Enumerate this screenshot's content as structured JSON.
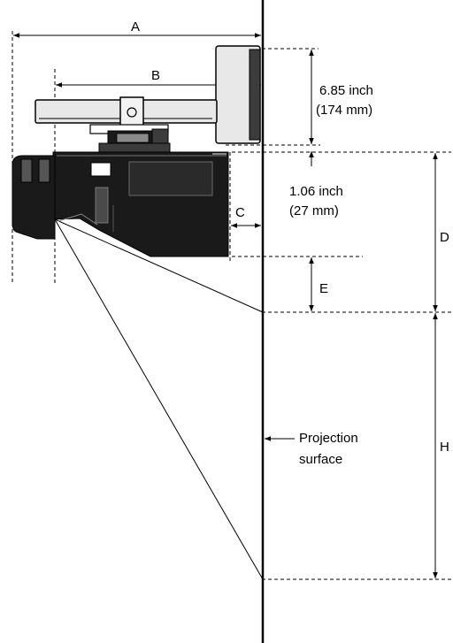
{
  "labels": {
    "a": "A",
    "b": "B",
    "c": "C",
    "d": "D",
    "e": "E",
    "h": "H",
    "arm_height_in": "6.85 inch",
    "arm_height_mm": "(174 mm)",
    "gap_in": "1.06 inch",
    "gap_mm": "(27 mm)",
    "surface_line1": "Projection",
    "surface_line2": "surface"
  }
}
